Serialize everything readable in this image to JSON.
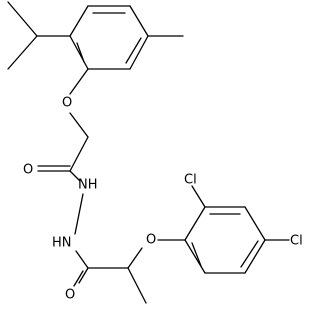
{
  "atoms": {
    "o_ether_top": "O",
    "o_carbonyl_top": "O",
    "nh_upper": "NH",
    "hn_lower": "HN",
    "o_ether_bottom": "O",
    "o_carbonyl_bottom": "O",
    "cl_ortho": "Cl",
    "cl_para": "Cl"
  },
  "colors": {
    "bond": "#000000",
    "label": "#000000",
    "background": "#ffffff"
  }
}
